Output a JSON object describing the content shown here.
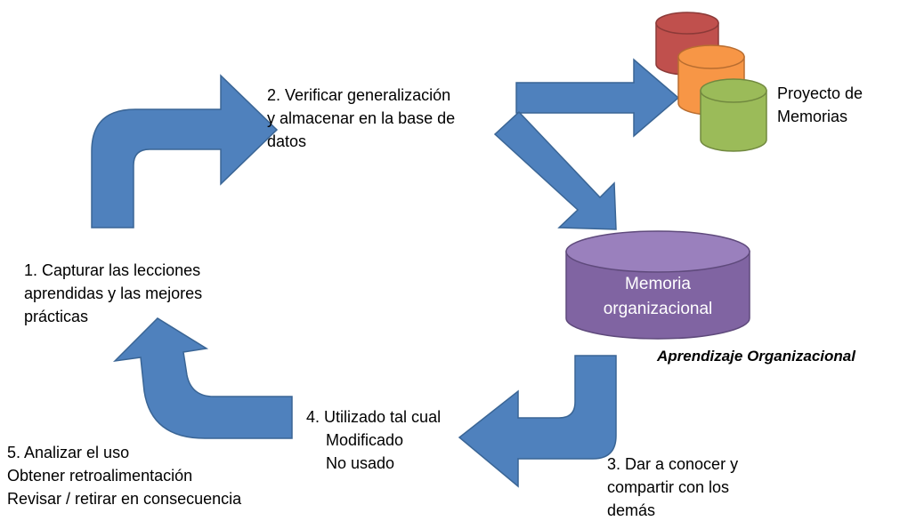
{
  "colors": {
    "arrow": "#4f81bd",
    "arrow_stroke": "#3a6595",
    "memory_cylinder": "#8064a2",
    "memory_cylinder_top": "#9a80bd",
    "cylinder_red": "#c0504d",
    "cylinder_orange": "#f79646",
    "cylinder_green": "#9bbb59"
  },
  "icons": [
    "curved-arrow-up-right",
    "arrow-right",
    "arrow-diagonal-down",
    "curved-arrow-down-left",
    "curved-arrow-up-left",
    "database-cylinder"
  ],
  "steps": {
    "step1": [
      "1. Capturar las lecciones",
      "aprendidas y las mejores",
      "prácticas"
    ],
    "step2": [
      "2.  Verificar generalización",
      "y almacenar en la base de",
      "datos"
    ],
    "step3": [
      "3. Dar a conocer y",
      "compartir con los",
      "demás"
    ],
    "step4": [
      "4.  Utilizado tal cual",
      "Modificado",
      "No usado"
    ],
    "step5": [
      "5. Analizar el uso",
      "Obtener retroalimentación",
      "Revisar / retirar en consecuencia"
    ]
  },
  "project_memories_label": [
    "Proyecto de",
    "Memorias"
  ],
  "organizational_memory_label": [
    "Memoria",
    "organizacional"
  ],
  "caption": "Aprendizaje  Organizacional"
}
